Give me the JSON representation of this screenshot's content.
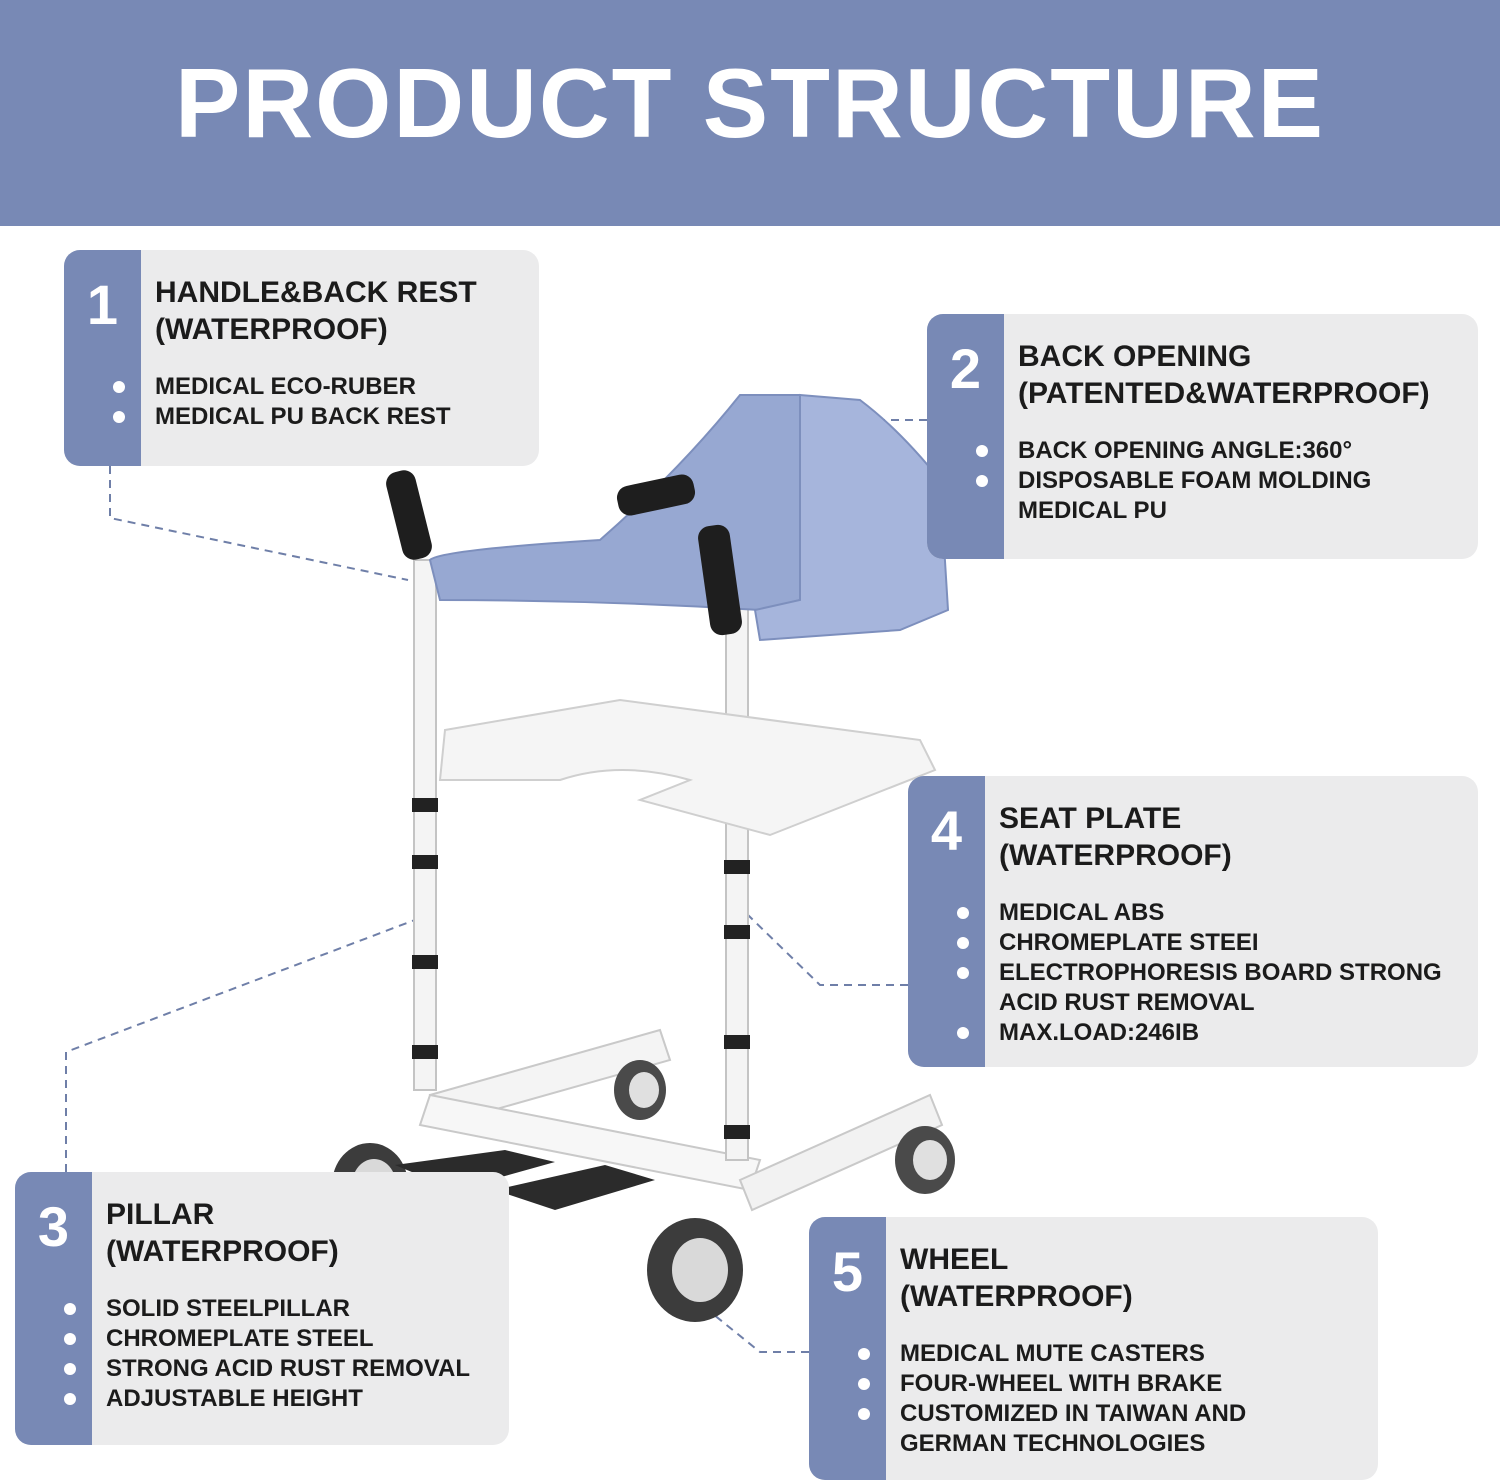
{
  "header": {
    "title": "PRODUCT STRUCTURE"
  },
  "colors": {
    "accent": "#7889b5",
    "card_bg": "#ebebec",
    "text": "#1b1b1b"
  },
  "cards": [
    {
      "number": "1",
      "title_lines": [
        "HANDLE&BACK REST",
        "(WATERPROOF)"
      ],
      "items": [
        "MEDICAL ECO-RUBER",
        "MEDICAL PU BACK REST"
      ]
    },
    {
      "number": "2",
      "title_lines": [
        "BACK OPENING",
        "(PATENTED&WATERPROOF)"
      ],
      "items": [
        "BACK OPENING ANGLE:360°",
        "DISPOSABLE FOAM MOLDING",
        "MEDICAL PU"
      ]
    },
    {
      "number": "3",
      "title_lines": [
        "PILLAR",
        "(WATERPROOF)"
      ],
      "items": [
        "SOLID STEELPILLAR",
        "CHROMEPLATE STEEL",
        "STRONG ACID RUST REMOVAL",
        "ADJUSTABLE HEIGHT"
      ]
    },
    {
      "number": "4",
      "title_lines": [
        "SEAT PLATE",
        "(WATERPROOF)"
      ],
      "items": [
        "MEDICAL ABS",
        "CHROMEPLATE STEEI",
        "ELECTROPHORESIS BOARD STRONG",
        "ACID RUST REMOVAL",
        "MAX.LOAD:246IB"
      ]
    },
    {
      "number": "5",
      "title_lines": [
        "WHEEL",
        "(WATERPROOF)"
      ],
      "items": [
        "MEDICAL MUTE CASTERS",
        "FOUR-WHEEL WITH BRAKE",
        "CUSTOMIZED IN TAIWAN AND",
        "GERMAN TECHNOLOGIES"
      ]
    }
  ]
}
